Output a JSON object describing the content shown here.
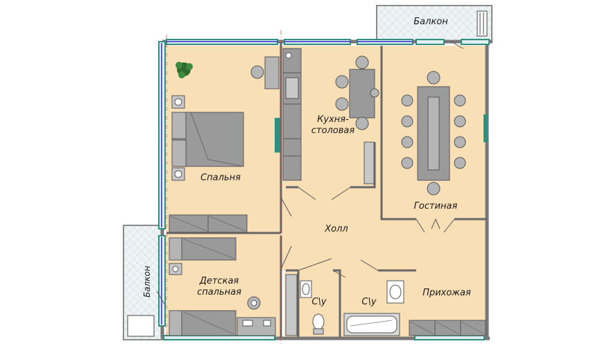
{
  "rooms": {
    "balcony_top": "Балкон",
    "balcony_left": "Балкон",
    "bedroom": "Спальня",
    "kitchen_line1": "Кухня-",
    "kitchen_line2": "столовая",
    "living": "Гостиная",
    "hall": "Холл",
    "kids_line1": "Детская",
    "kids_line2": "спальная",
    "bath1": "С\\у",
    "bath2": "С\\у",
    "entrance": "Прихожая"
  },
  "colors": {
    "floor": "#f9dfb6",
    "wall": "#7a7a7a",
    "window": "#2f8f7f",
    "window_glass": "#2b2bd6",
    "furniture": "#9a9a9a",
    "balcony": "#e9f1f2",
    "plant": "#2f6b2f"
  }
}
